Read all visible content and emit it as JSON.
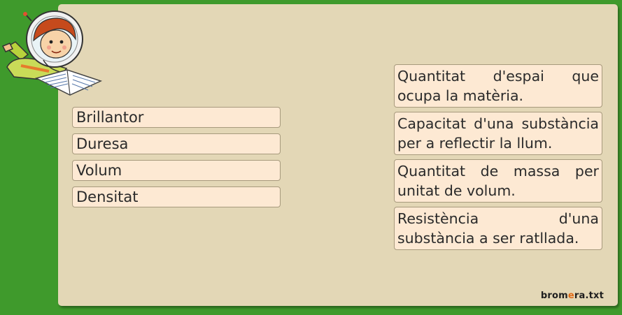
{
  "terms": [
    {
      "label": "Brillantor"
    },
    {
      "label": "Duresa"
    },
    {
      "label": "Volum"
    },
    {
      "label": "Densitat"
    }
  ],
  "definitions": [
    {
      "text": "Quantitat d'espai que ocupa la matèria."
    },
    {
      "text": "Capacitat d'una substància per a reflectir la llum."
    },
    {
      "text": "Quantitat de massa per unitat de volum."
    },
    {
      "text": "Resistència d'una substància a ser ratllada."
    }
  ],
  "logo": {
    "pre": "brom",
    "accent": "e",
    "post": "ra.txt"
  },
  "colors": {
    "background": "#3f9a2c",
    "panel": "#e3d7b6",
    "card": "#fde9d3",
    "card_border": "#a79a7d",
    "logo_accent": "#e06a17"
  },
  "icons": {
    "mascot": "astronaut-girl-reading-icon"
  }
}
